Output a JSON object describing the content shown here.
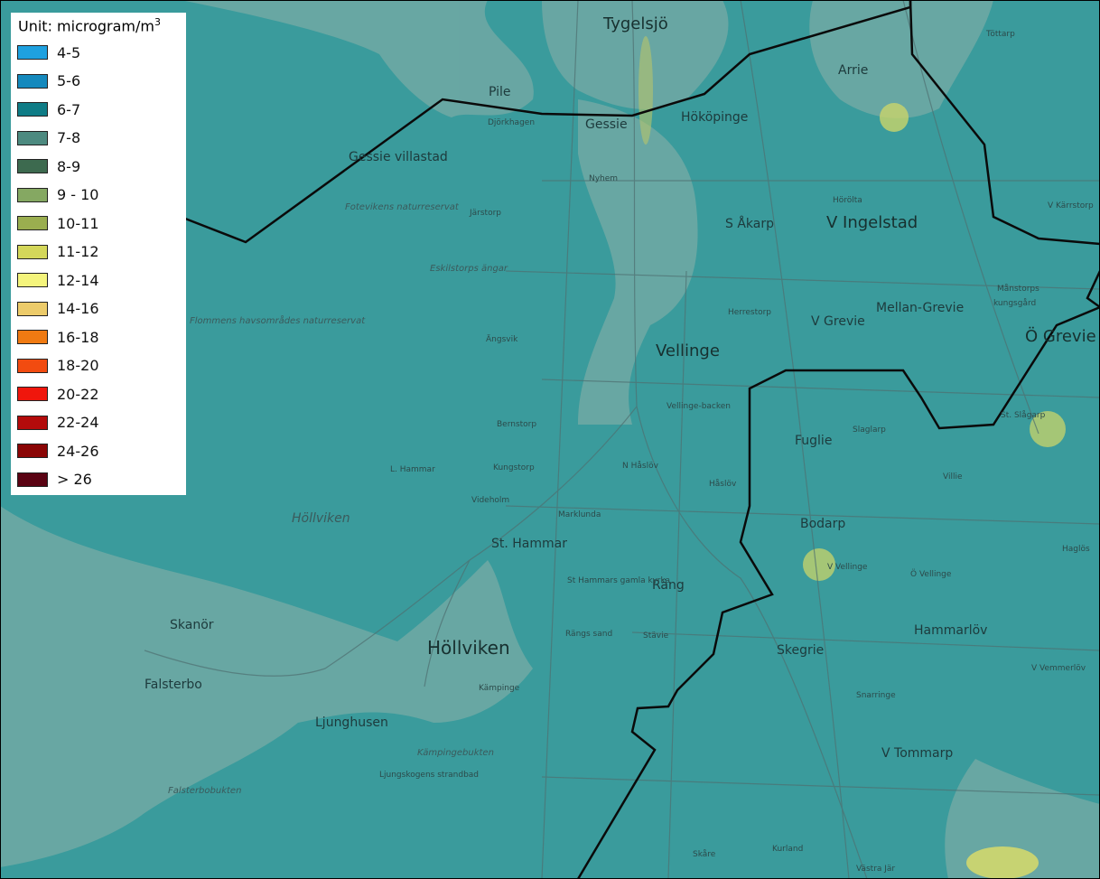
{
  "legend": {
    "title": "Unit: microgram/m",
    "title_sup": "3",
    "items": [
      {
        "label": "4-5",
        "color": "#1ea1e0"
      },
      {
        "label": "5-6",
        "color": "#1589bd"
      },
      {
        "label": "6-7",
        "color": "#0f7c86"
      },
      {
        "label": "7-8",
        "color": "#4d8a80"
      },
      {
        "label": "8-9",
        "color": "#3d6a4f"
      },
      {
        "label": "9 - 10",
        "color": "#85a862"
      },
      {
        "label": "10-11",
        "color": "#9aae4f"
      },
      {
        "label": "11-12",
        "color": "#d4d75a"
      },
      {
        "label": "12-14",
        "color": "#f4f47c"
      },
      {
        "label": "14-16",
        "color": "#eccb6a"
      },
      {
        "label": "16-18",
        "color": "#f07a12"
      },
      {
        "label": "18-20",
        "color": "#f24b10"
      },
      {
        "label": "20-22",
        "color": "#f0160c"
      },
      {
        "label": "22-24",
        "color": "#b30b0b"
      },
      {
        "label": "24-26",
        "color": "#8a0505"
      },
      {
        "label": "> 26",
        "color": "#5a0313"
      }
    ]
  },
  "places": {
    "tygelsjo": "Tygelsjö",
    "pile": "Pile",
    "gessie": "Gessie",
    "gessie_villastad": "Gessie villastad",
    "hokopinge": "Hököpinge",
    "arrie": "Arrie",
    "s_akarp": "S Åkarp",
    "v_ingelstad": "V Ingelstad",
    "vellinge": "Vellinge",
    "v_grevie": "V Grevie",
    "mellan_grevie": "Mellan-Grevie",
    "o_grevie": "Ö Grevie",
    "fuglie": "Fuglie",
    "bodarp": "Bodarp",
    "v_vellinge": "V Vellinge",
    "o_vellinge": "Ö Vellinge",
    "st_hammar": "St. Hammar",
    "l_hammar": "L. Hammar",
    "hollviken_water": "Höllviken",
    "hollviken": "Höllviken",
    "skanor": "Skanör",
    "falsterbo": "Falsterbo",
    "ljunghusen": "Ljunghusen",
    "skegrie": "Skegrie",
    "v_tommarp": "V Tommarp",
    "hammarlov": "Hammarlöv",
    "st_slagarp": "St. Slågarp",
    "mansstorps": "Månstorps",
    "kungsgard": "kungsgård",
    "rang": "Räng",
    "n_haslov": "N Håslöv",
    "haslov": "Håslöv",
    "kampinge": "Kämpinge",
    "falsterbobukten": "Falsterbobukten",
    "kampingebukten": "Kämpingebukten",
    "villie": "Villie",
    "skare": "Skåre",
    "kurland": "Kurland",
    "vastra_jar": "Västra Jär",
    "haglos": "Haglös",
    "v_vemmerlov": "V Vemmerlöv",
    "herrestorp": "Herrestorp",
    "horolta": "Hörölta",
    "v_karrstorp": "V Kärrstorp",
    "ljungskogens": "Ljungskogens strandbad",
    "st_hammars_kyrka": "St Hammars gamla kyrka",
    "stavie": "Stävie",
    "rangs_sand": "Rängs sand",
    "slaglarp": "Slaglarp",
    "snarringe": "Snarringe",
    "vellinge_backen": "Vellinge-backen",
    "bernstorp": "Bernstorp",
    "kungstorp": "Kungstorp",
    "videholm": "Videholm",
    "marklunda": "Marklunda",
    "jarstorp": "Järstorp",
    "eskilstorps_angar": "Eskilstorps ängar",
    "fotevikens": "Fotevikens naturreservat",
    "foteviken_havsomrade": "Flommens havsområdes naturreservat",
    "nyhem": "Nyhem",
    "djurhagen": "Djörkhagen",
    "tottarp": "Töttarp",
    "angsvik": "Ängsvik"
  }
}
